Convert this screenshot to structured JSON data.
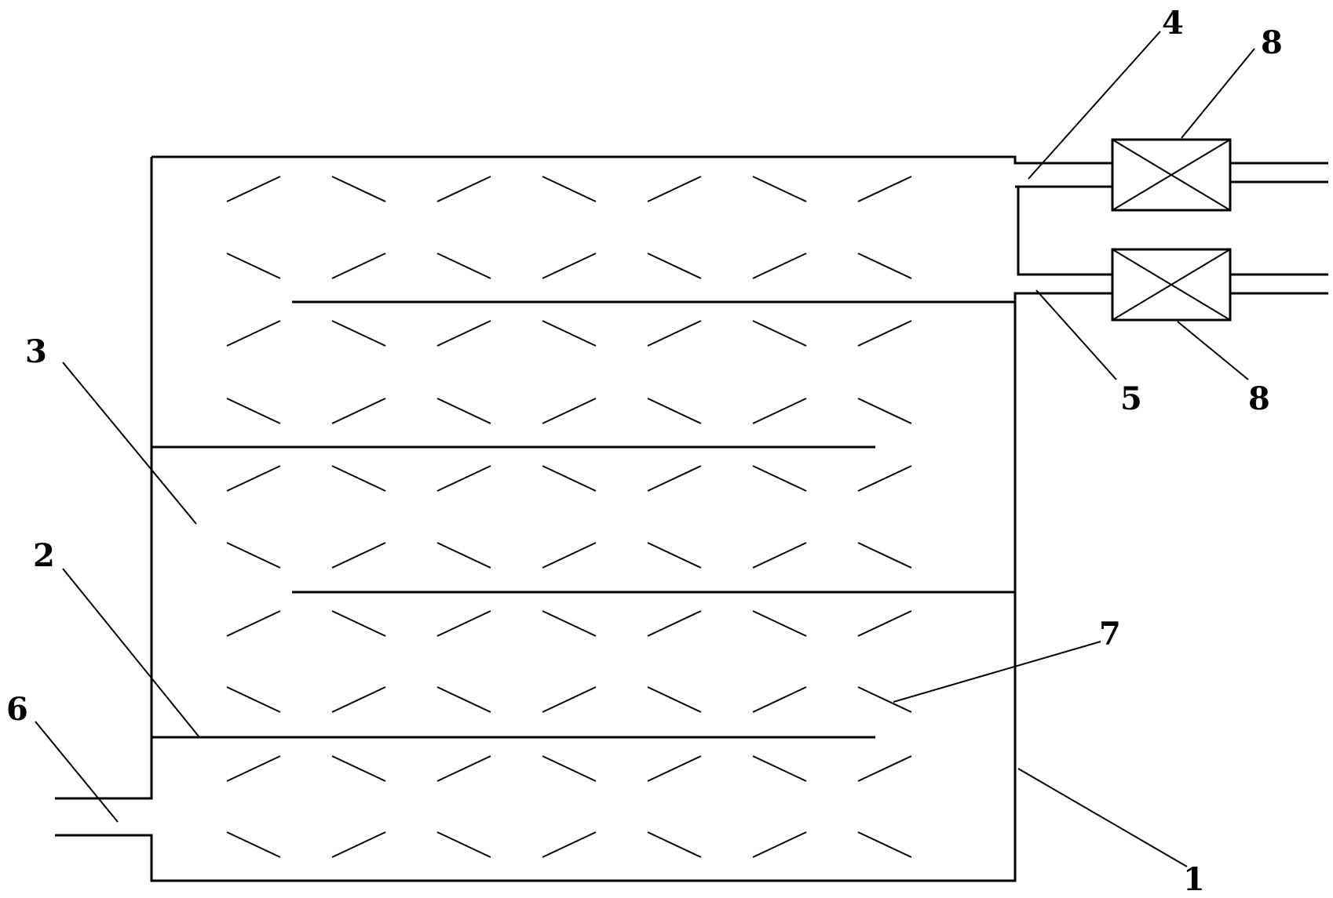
{
  "labels": {
    "l1": "1",
    "l2": "2",
    "l3": "3",
    "l4": "4",
    "l5": "5",
    "l6": "6",
    "l7": "7",
    "l8a": "8",
    "l8b": "8"
  },
  "colors": {
    "line": "#000000",
    "background": "#ffffff"
  }
}
